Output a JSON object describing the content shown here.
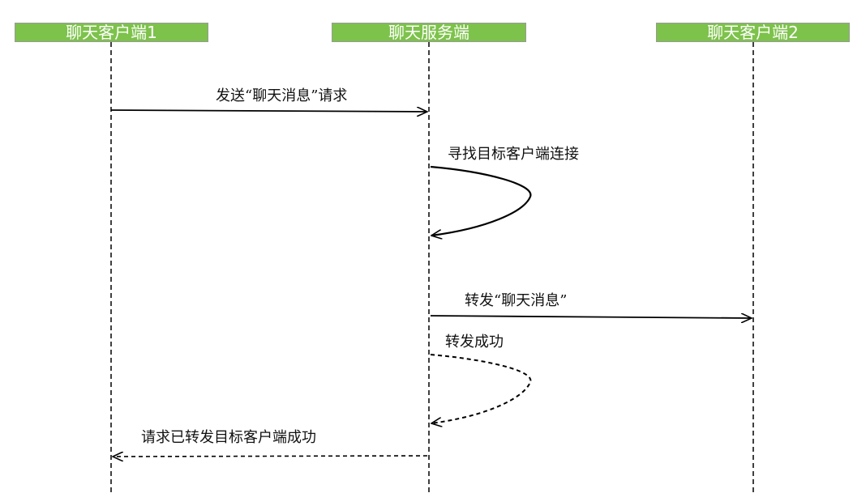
{
  "actors": {
    "client1": "聊天客户端1",
    "server": "聊天服务端",
    "client2": "聊天客户端2"
  },
  "messages": {
    "m1": "发送“聊天消息”请求",
    "m2": "寻找目标客户端连接",
    "m3": "转发“聊天消息”",
    "m4": "转发成功",
    "m5": "请求已转发目标客户端成功"
  },
  "colors": {
    "actor_fill": "#7dc24b",
    "actor_border": "#9a9a9a",
    "line": "#000000"
  }
}
